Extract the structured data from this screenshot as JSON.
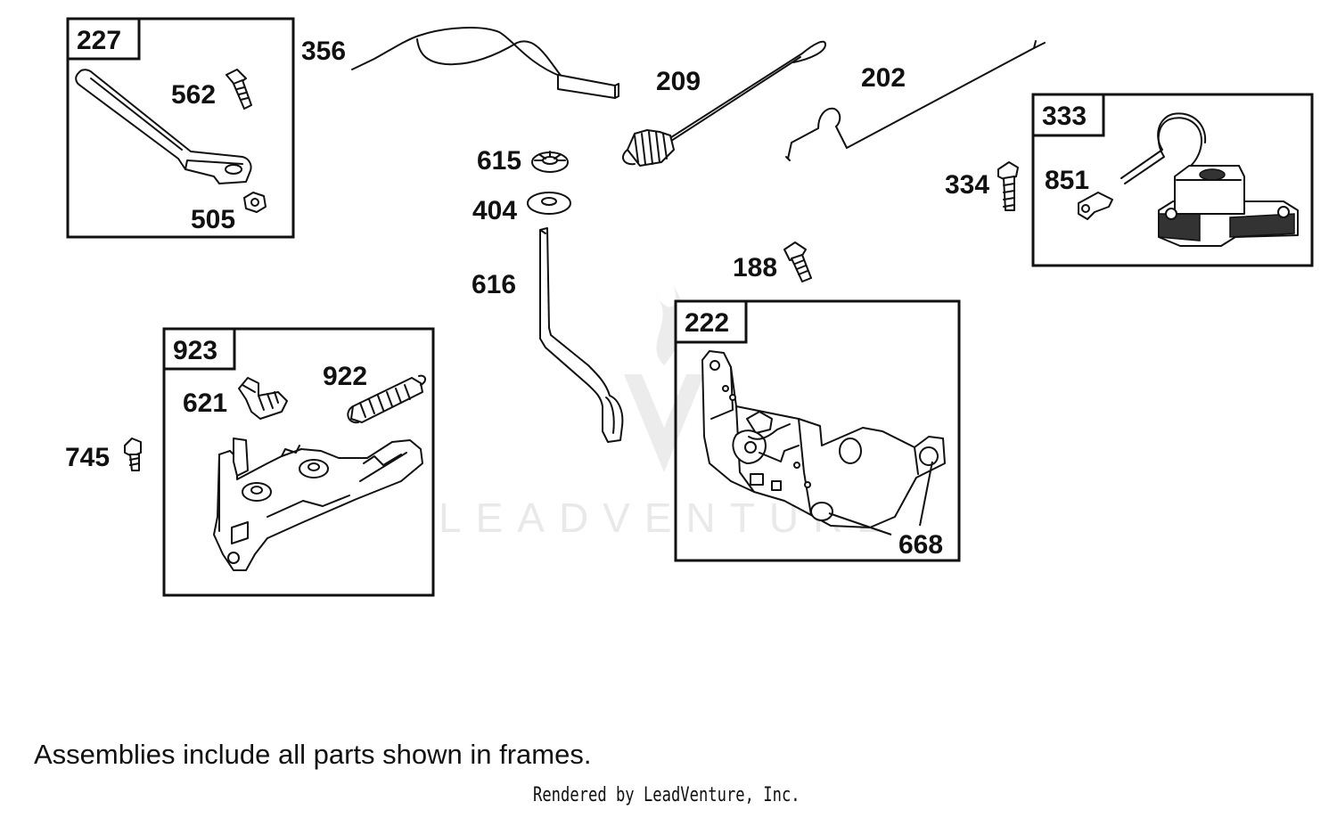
{
  "frames": {
    "f227": "227",
    "f333": "333",
    "f923": "923",
    "f222": "222"
  },
  "callouts": {
    "c356": "356",
    "c562": "562",
    "c505": "505",
    "c209": "209",
    "c202": "202",
    "c615": "615",
    "c404": "404",
    "c616": "616",
    "c334": "334",
    "c851": "851",
    "c188": "188",
    "c922": "922",
    "c621": "621",
    "c745": "745",
    "c668": "668"
  },
  "watermark": {
    "text": "LEADVENTURE"
  },
  "note": "Assemblies include all parts shown in frames.",
  "credit": "Rendered by LeadVenture, Inc.",
  "icons": {
    "watermark": "flame-v-logo-icon"
  }
}
